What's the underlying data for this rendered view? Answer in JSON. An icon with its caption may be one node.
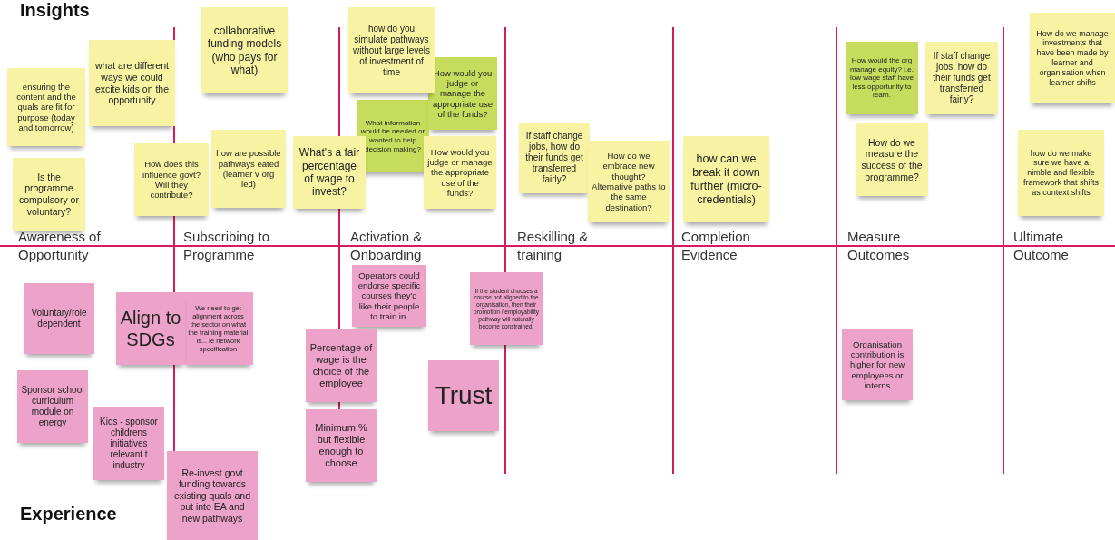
{
  "diagram": {
    "nodes": [
      {
        "text": [
          "ensuring the content and the quals are fit for purpose (today and tomorrow)"
        ]
      },
      {
        "text": [
          "what are different ways we could excite kids on the opportunity"
        ]
      },
      {
        "text": [
          "collaborative funding models (who pays for what)"
        ]
      },
      {
        "text": [
          "Is the programme compulsory or voluntary?"
        ]
      },
      {
        "text": [
          "How does this influence govt? Will they contribute?"
        ]
      },
      {
        "text": [
          "how are possible pathways eated (learner v org led)"
        ]
      },
      {
        "text": [
          "how do you simulate pathways without large levels of investment of time"
        ]
      },
      {
        "text": [
          "How would you judge or manage the appropriate use of the funds?"
        ]
      },
      {
        "text": [
          "What information would be needed or wanted to help decision making?"
        ]
      },
      {
        "text": [
          "What's a fair percentage of wage to invest?"
        ]
      },
      {
        "text": [
          "How would you judge or manage the appropriate use of the funds?"
        ]
      },
      {
        "text": [
          "If staff change jobs, how do their funds get transferred fairly?"
        ]
      },
      {
        "text": [
          "How do we embrace new thought? Alternative paths to the same destination?"
        ]
      },
      {
        "text": [
          "how can we break it down further (micro-credentials)"
        ]
      },
      {
        "text": [
          "How would the org manage equity? i.e. low wage staff have less opportunity to learn."
        ]
      },
      {
        "text": [
          "If staff change jobs, how do their funds get transferred fairly?"
        ]
      },
      {
        "text": [
          "How do we measure the success of the programme?"
        ]
      },
      {
        "text": [
          "How do we manage investments that have been made by learner and organisation when learner shifts"
        ]
      },
      {
        "text": [
          "how do we make sure we have a nimble and flexible framework that shifts as context shifts"
        ]
      },
      {
        "text": [
          "Voluntary/role dependent"
        ]
      },
      {
        "text": [
          "Align to SDGs"
        ]
      },
      {
        "text": [
          "We need to get alignment across the sector on what the training material is... ie network specification"
        ]
      },
      {
        "text": [
          "Sponsor school curriculum module on energy"
        ]
      },
      {
        "text": [
          "Kids - sponsor childrens initiatives relevant t industry"
        ]
      },
      {
        "text": [
          "Re-invest govt funding towards existing quals and put into EA and new pathways"
        ]
      },
      {
        "text": [
          "Operators could endorse specific courses they'd like their people to train in."
        ]
      },
      {
        "text": [
          "If the student chooses a course not aligned to the organisation, then their promotion / employability pathway will naturally become constrained."
        ]
      },
      {
        "text": [
          "Percentage of wage is the choice of the employee"
        ]
      },
      {
        "text": [
          "Trust"
        ]
      },
      {
        "text": [
          "Minimum % but flexible enough to choose"
        ]
      },
      {
        "text": [
          "Organisation contribution is higher for new employees or interns"
        ]
      }
    ],
    "labels": [
      "Insights",
      "Awareness of Opportunity",
      "Subscribing to Programme",
      "Activation & Onboarding",
      "Reskilling & training",
      "Completion Evidence",
      "Measure Outcomes",
      "Ultimate Outcome",
      "Experience"
    ]
  }
}
